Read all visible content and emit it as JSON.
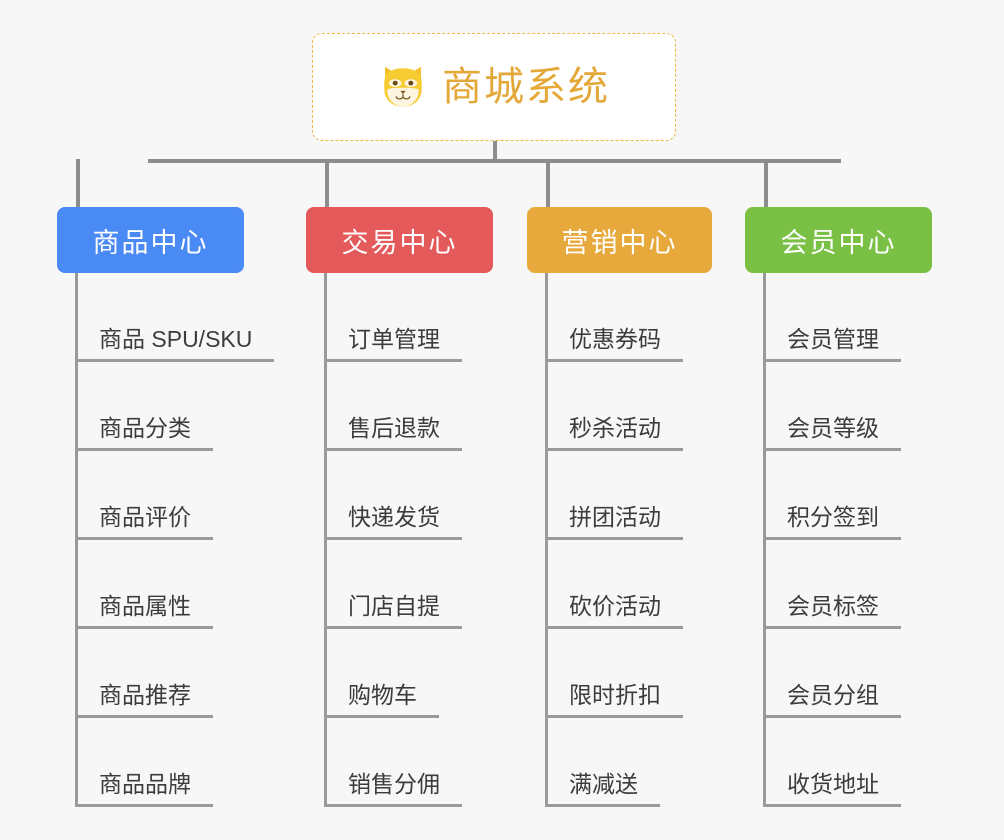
{
  "diagram": {
    "type": "mindmap-tree",
    "background_color": "#f7f7f7",
    "connector_color": "#8d8d8d"
  },
  "root": {
    "title": "商城系统",
    "icon": "shiba-inu-dog-face",
    "text_color": "#e3a838",
    "border_color": "#f0b64a",
    "background_color": "#ffffff"
  },
  "branches": [
    {
      "label": "商品中心",
      "color": "#4a8af4",
      "items": [
        "商品 SPU/SKU",
        "商品分类",
        "商品评价",
        "商品属性",
        "商品推荐",
        "商品品牌"
      ]
    },
    {
      "label": "交易中心",
      "color": "#e4595a",
      "items": [
        "订单管理",
        "售后退款",
        "快递发货",
        "门店自提",
        "购物车",
        "销售分佣"
      ]
    },
    {
      "label": "营销中心",
      "color": "#e8a93c",
      "items": [
        "优惠券码",
        "秒杀活动",
        "拼团活动",
        "砍价活动",
        "限时折扣",
        "满减送"
      ]
    },
    {
      "label": "会员中心",
      "color": "#79c044",
      "items": [
        "会员管理",
        "会员等级",
        "积分签到",
        "会员标签",
        "会员分组",
        "收货地址"
      ]
    }
  ]
}
